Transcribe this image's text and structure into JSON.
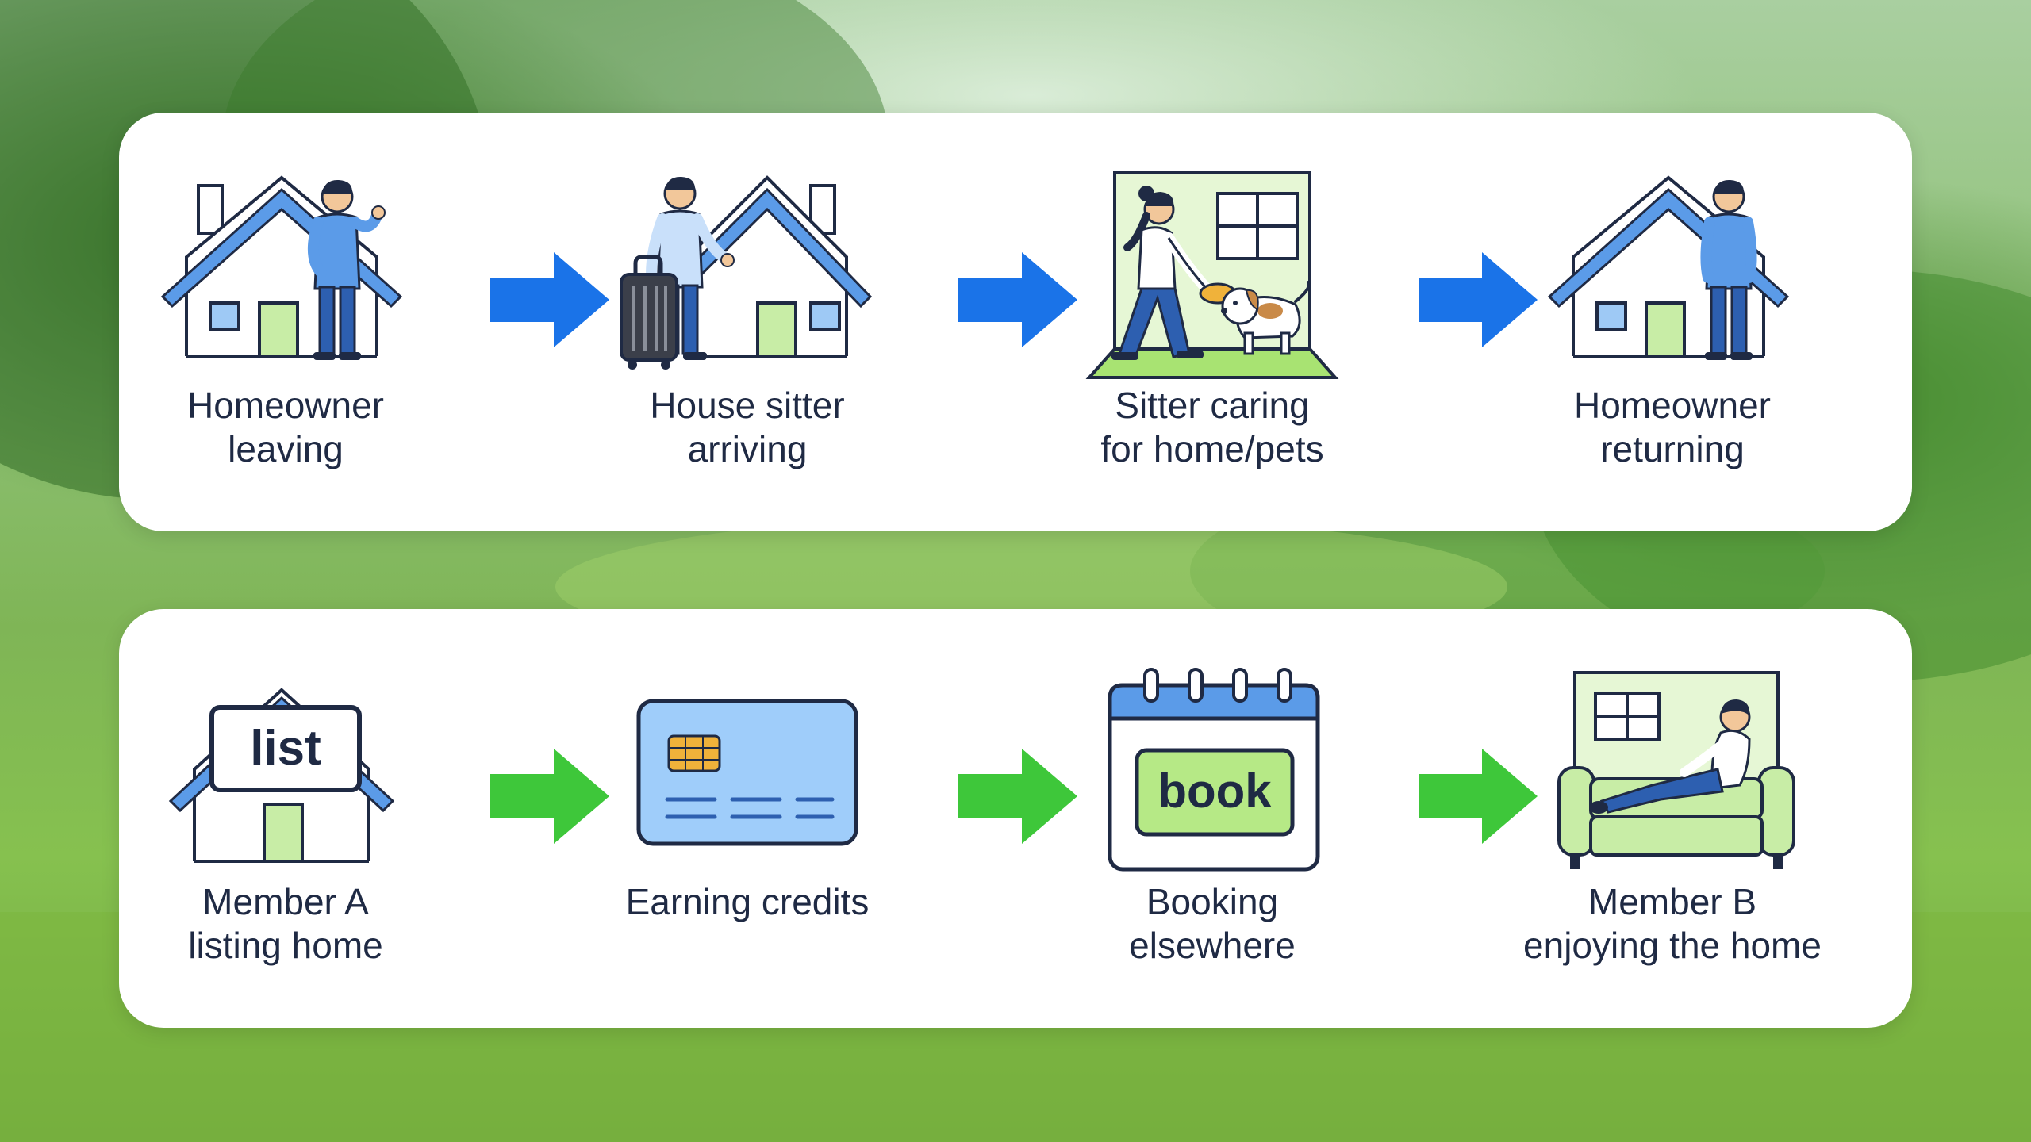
{
  "workflow_top": {
    "steps": [
      {
        "label": "Homeowner\nleaving",
        "icon": "homeowner-leaving-icon"
      },
      {
        "label": "House sitter\narriving",
        "icon": "sitter-arriving-icon"
      },
      {
        "label": "Sitter caring\nfor home/pets",
        "icon": "sitter-caring-icon"
      },
      {
        "label": "Homeowner\nreturning",
        "icon": "homeowner-returning-icon"
      }
    ],
    "arrow_color": "#1a73e8"
  },
  "workflow_bottom": {
    "steps": [
      {
        "label": "Member A\nlisting home",
        "icon": "listing-home-icon",
        "sign": "list"
      },
      {
        "label": "Earning credits",
        "icon": "credit-card-icon"
      },
      {
        "label": "Booking\nelsewhere",
        "icon": "calendar-icon",
        "sign": "book"
      },
      {
        "label": "Member B\nenjoying the home",
        "icon": "relaxing-sofa-icon"
      }
    ],
    "arrow_color": "#3ec73a"
  },
  "colors": {
    "outline": "#1f2a44",
    "roof_blue": "#5b9be8",
    "light_blue": "#9ec9f5",
    "door_green": "#c8eda6",
    "accent_green": "#b6e986",
    "card_blue": "#9fcdfa"
  }
}
